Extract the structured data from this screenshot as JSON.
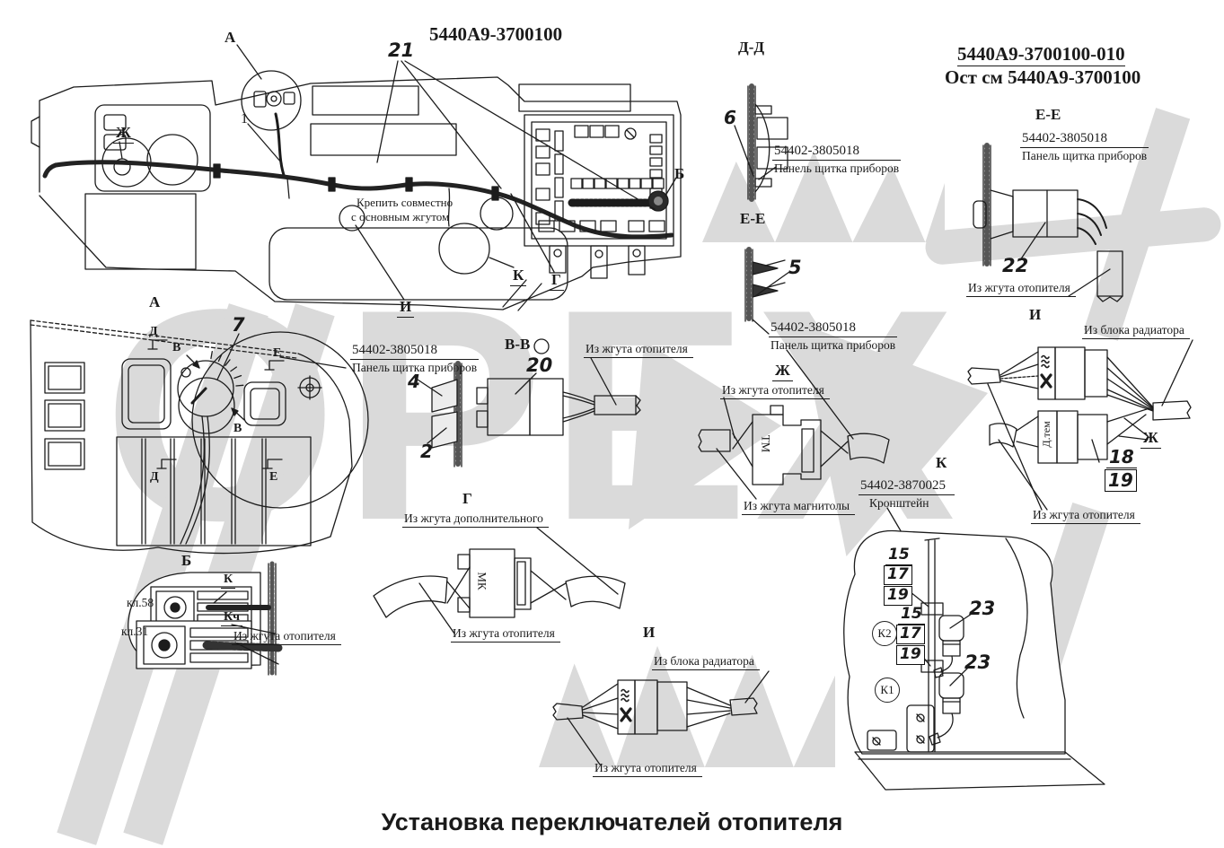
{
  "header": {
    "main_code": "5440А9-3700100",
    "variant_code": "5440А9-3700100-010",
    "variant_note": "Ост см 5440А9-3700100"
  },
  "footer": {
    "title": "Установка переключателей отопителя"
  },
  "watermark": "ОРЕХ",
  "parts": {
    "panel": {
      "code": "54402-3805018",
      "name": "Панель щитка приборов"
    },
    "bracket": {
      "code": "54402-3870025",
      "name": "Кронштейн"
    }
  },
  "leads": {
    "heater": "Из жгута отопителя",
    "radiator": "Из блока радиатора",
    "magnitola": "Из жгута магнитолы",
    "additional": "Из жгута дополнительного",
    "fasten1": "Крепить совместно",
    "fasten2": "с основным жгутом"
  },
  "terminals": {
    "kl58": "кл.58",
    "kl31": "кл.31",
    "k": "К",
    "kch": "Кч",
    "k1": "К1",
    "k2": "К2"
  },
  "sections": {
    "dd": "Д-Д",
    "ee": "Е-Е",
    "vv": "В-В",
    "a": "А",
    "b": "Б",
    "v": "В",
    "g": "Г",
    "d": "Д",
    "e": "Е",
    "zh": "Ж",
    "i": "И",
    "k": "К"
  },
  "connectors": {
    "tm": "ТМ",
    "mk": "МК",
    "dtem": "Д.тем"
  },
  "callouts": {
    "c1": "1",
    "c2": "2",
    "c4": "4",
    "c5": "5",
    "c6": "6",
    "c7": "7",
    "c15": "15",
    "c17": "17",
    "c18": "18",
    "c19": "19",
    "c20": "20",
    "c21": "21",
    "c22": "22",
    "c23": "23"
  }
}
